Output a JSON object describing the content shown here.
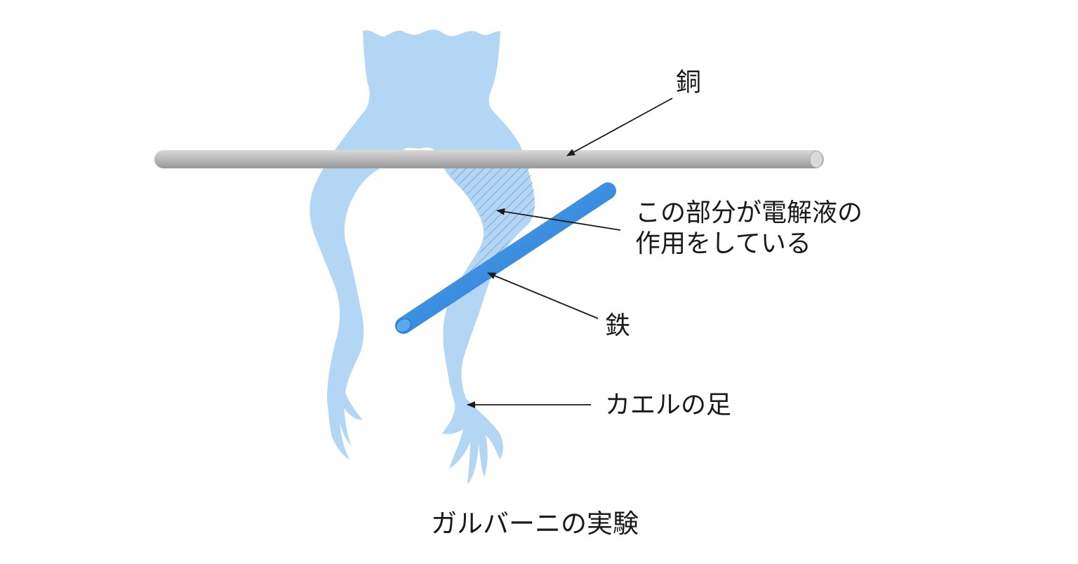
{
  "labels": {
    "copper": "銅",
    "electrolyte_line1": "この部分が電解液の",
    "electrolyte_line2": "作用をしている",
    "iron": "鉄",
    "frog_leg": "カエルの足"
  },
  "caption": "ガルバーニの実験",
  "colors": {
    "frog_leg": "#b3d6f5",
    "copper_rod": "#b5b5b5",
    "iron_rod": "#2b86e0",
    "arrow": "#1a1a1a",
    "hatch": "#4a7fc0"
  }
}
